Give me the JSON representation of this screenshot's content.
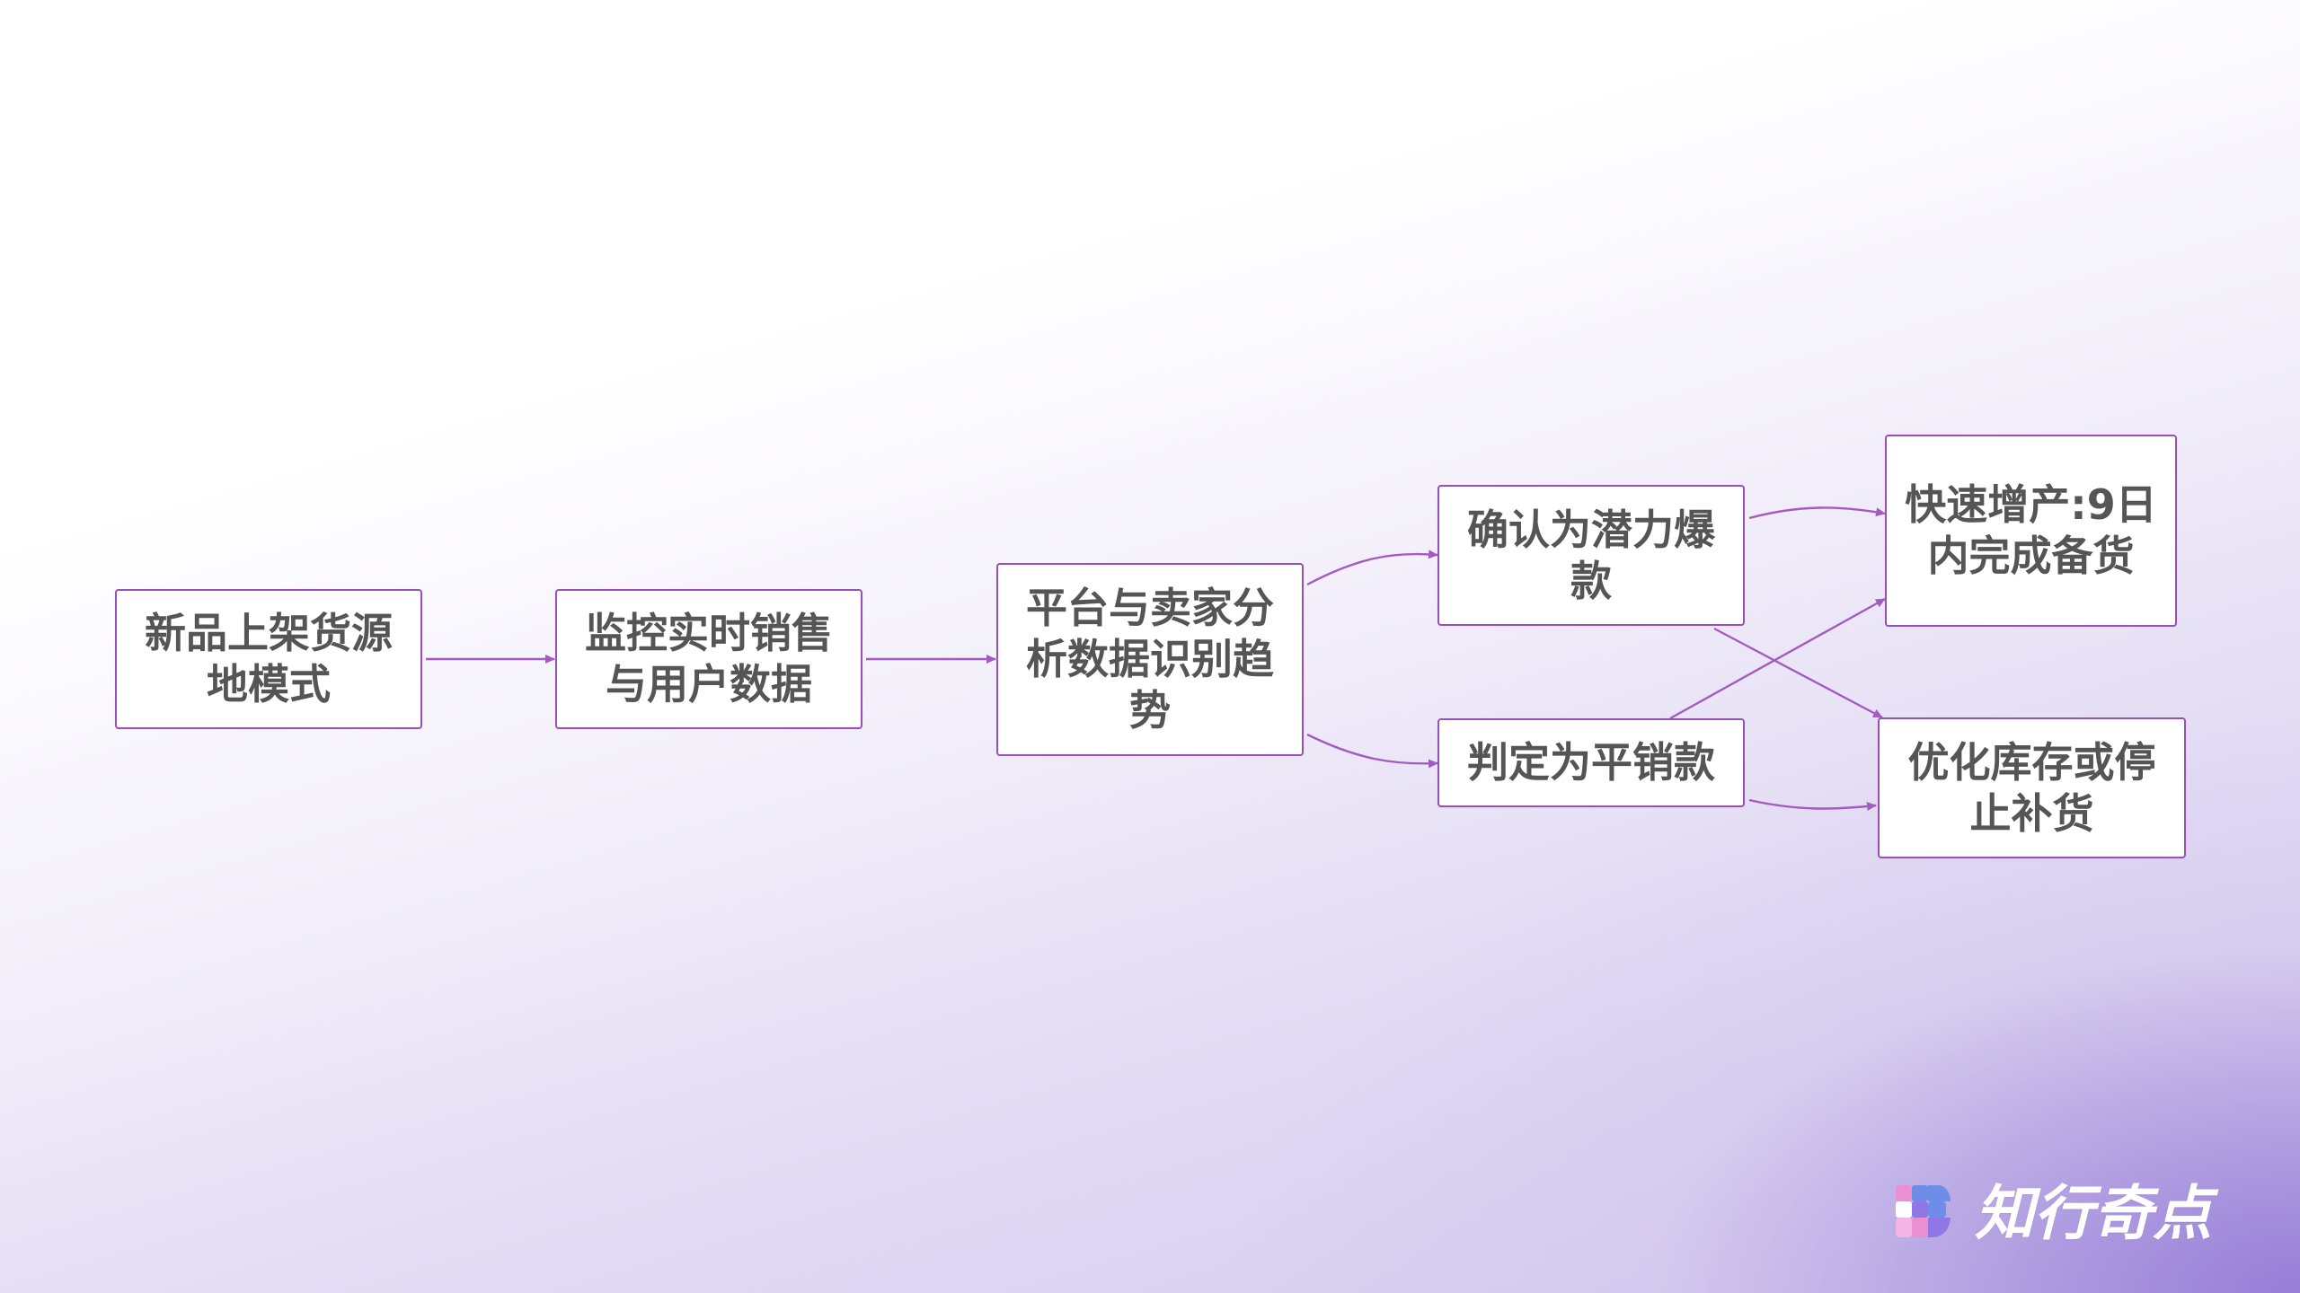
{
  "diagram": {
    "nodes": [
      {
        "id": "new_product_source",
        "label": "新品上架货源地模式"
      },
      {
        "id": "monitor_sales_user_data",
        "label": "监控实时销售与用户数据"
      },
      {
        "id": "analyze_trend",
        "label": "平台与卖家分析数据识别趋势"
      },
      {
        "id": "potential_bestseller",
        "label": "确认为潜力爆款"
      },
      {
        "id": "average_seller",
        "label": "判定为平销款"
      },
      {
        "id": "rapid_production",
        "label": "快速增产:9日内完成备货"
      },
      {
        "id": "optimize_inventory",
        "label": "优化库存或停止补货"
      }
    ],
    "edges": [
      {
        "from": "new_product_source",
        "to": "monitor_sales_user_data"
      },
      {
        "from": "monitor_sales_user_data",
        "to": "analyze_trend"
      },
      {
        "from": "analyze_trend",
        "to": "potential_bestseller"
      },
      {
        "from": "analyze_trend",
        "to": "average_seller"
      },
      {
        "from": "potential_bestseller",
        "to": "rapid_production"
      },
      {
        "from": "potential_bestseller",
        "to": "optimize_inventory"
      },
      {
        "from": "average_seller",
        "to": "rapid_production"
      },
      {
        "from": "average_seller",
        "to": "optimize_inventory"
      }
    ],
    "connector_color": "#a35bc2"
  },
  "brand": {
    "name": "知行奇点",
    "icon": "grid-logo-icon",
    "colors": {
      "blue": "#6e8de8",
      "purple": "#8f77e7",
      "pink": "#ec8fd0",
      "light_pink": "#f4b4e5",
      "white": "#ffffff"
    }
  }
}
